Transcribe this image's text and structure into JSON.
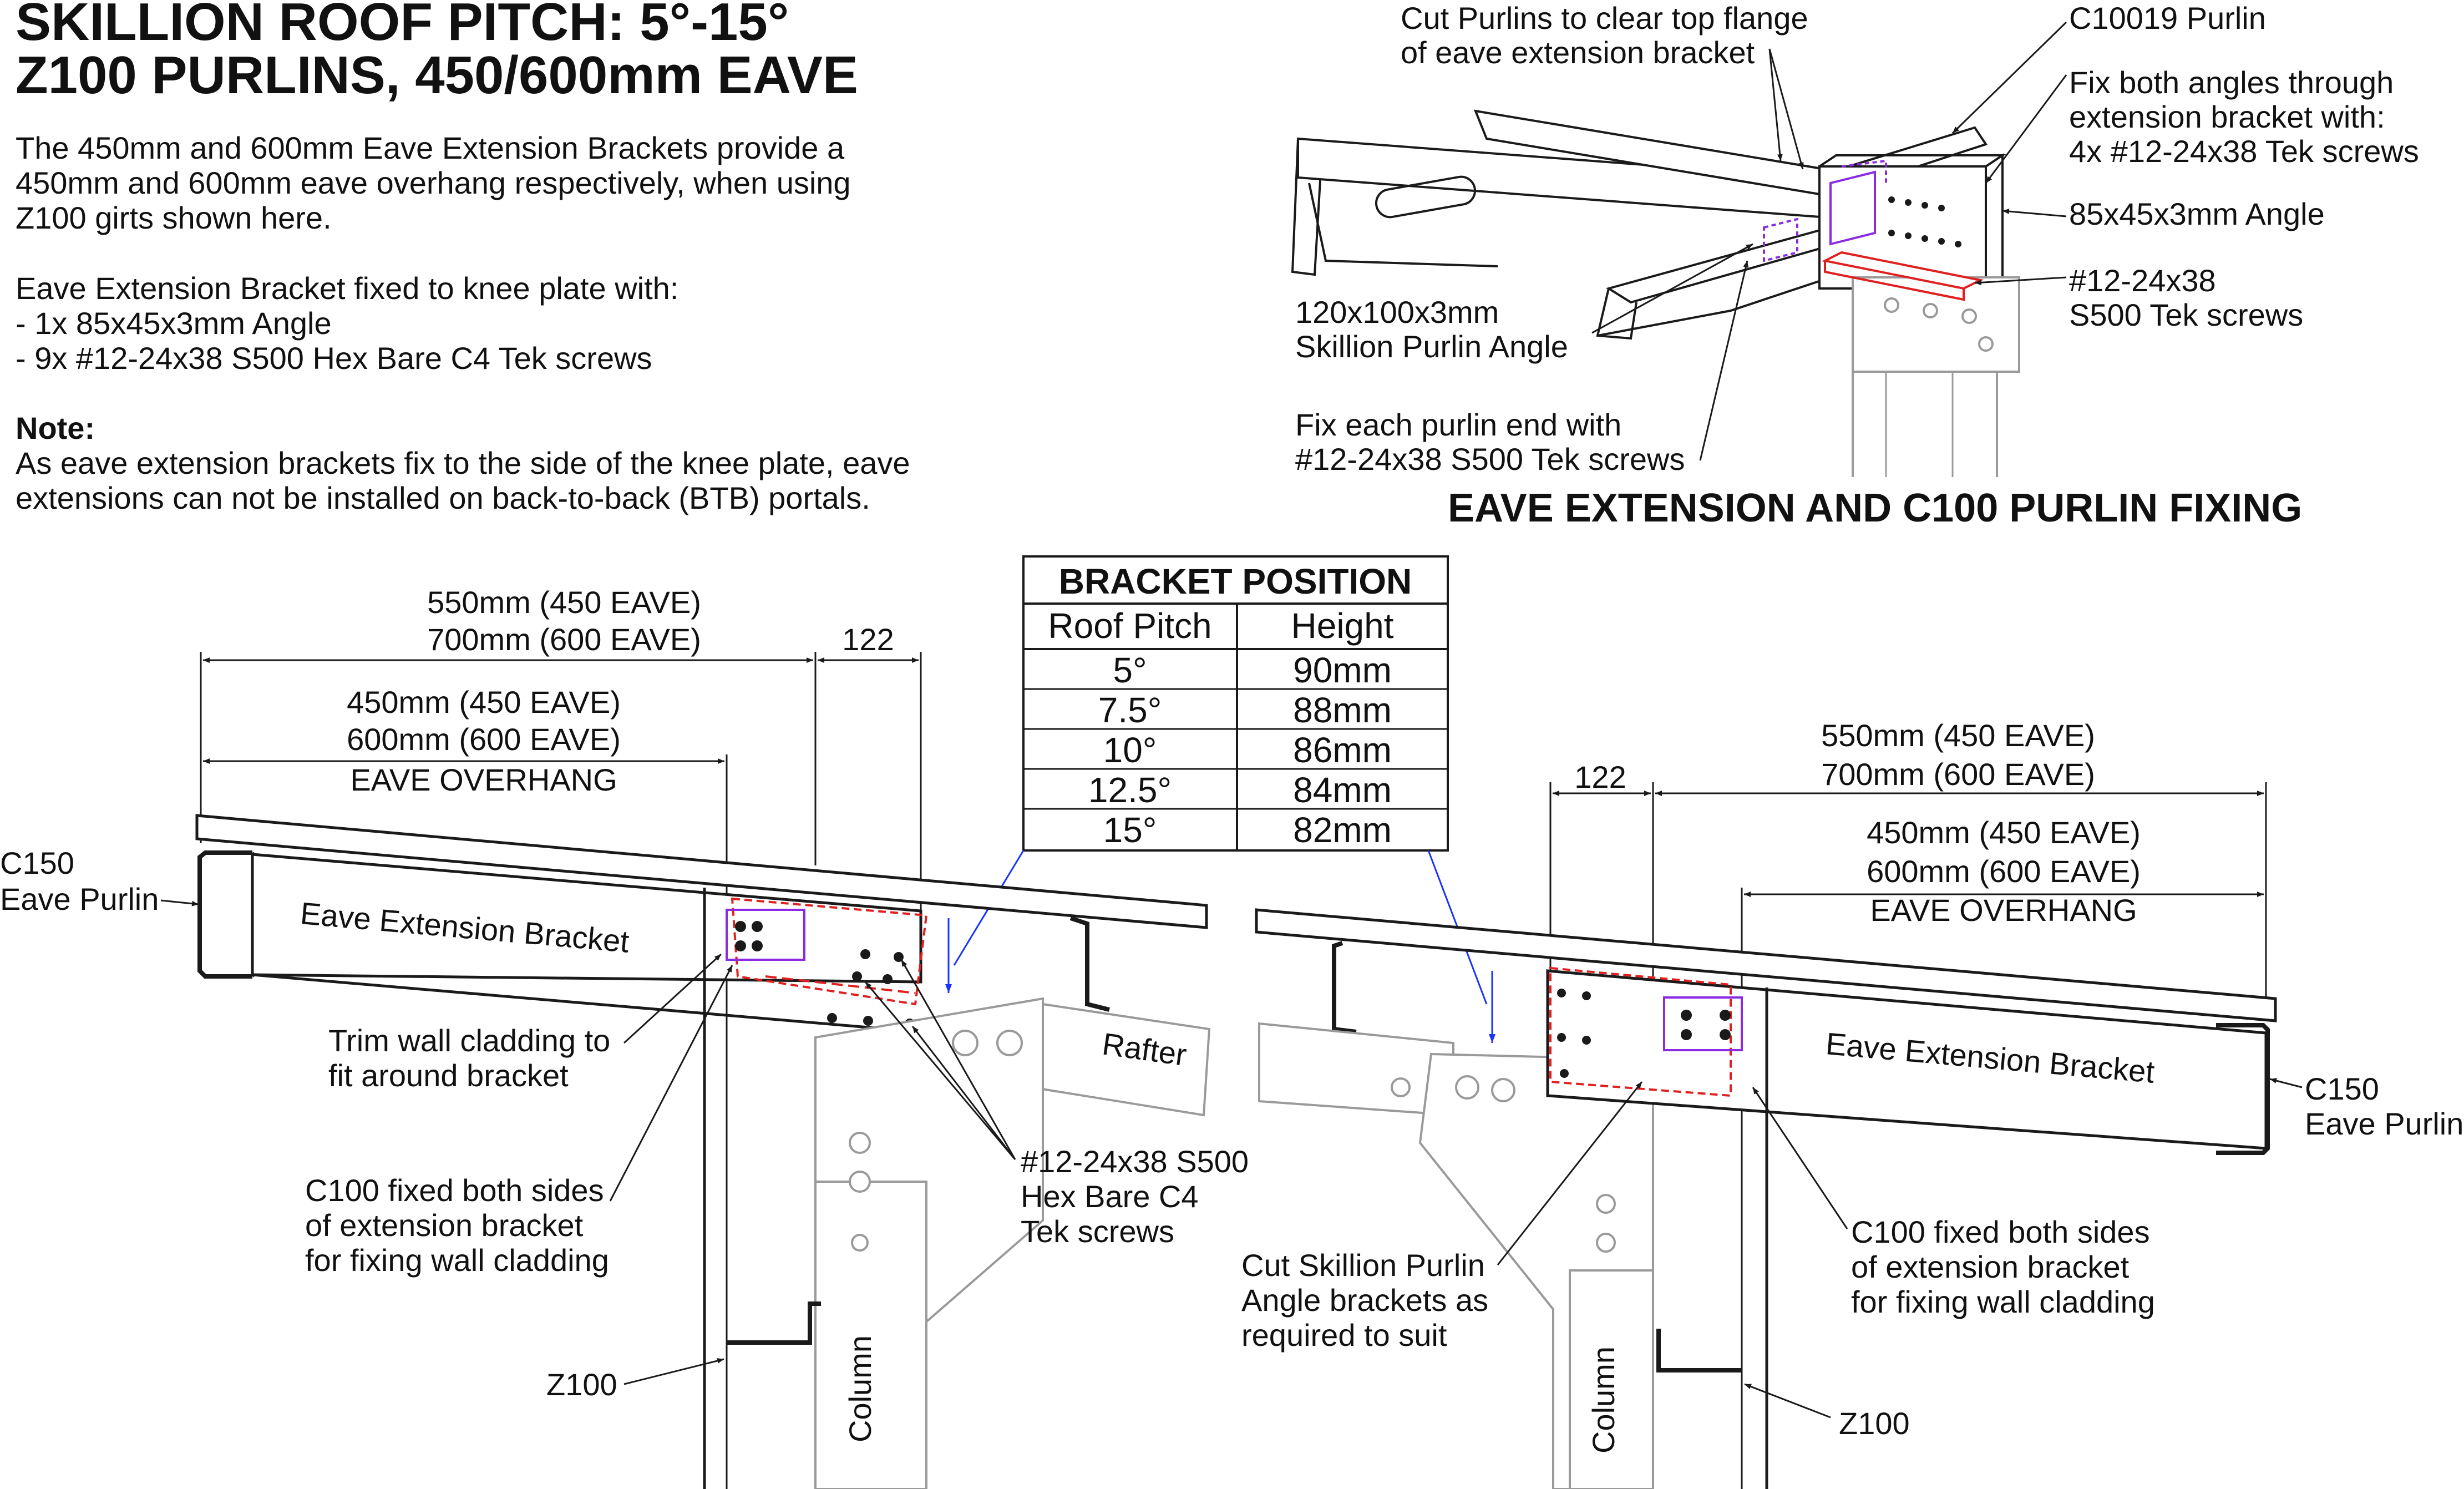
{
  "header": {
    "title_line1": "SKILLION ROOF PITCH: 5°-15°",
    "title_line2": "Z100 PURLINS, 450/600mm EAVE"
  },
  "intro": {
    "line1": "The 450mm and 600mm Eave Extension Brackets provide a",
    "line2": "450mm and 600mm eave overhang respectively, when using",
    "line3": "Z100 girts shown here."
  },
  "fixing": {
    "line1": "Eave Extension Bracket fixed to knee plate with:",
    "line2": "- 1x 85x45x3mm Angle",
    "line3": "- 9x #12-24x38 S500 Hex Bare C4 Tek screws"
  },
  "note": {
    "heading": "Note:",
    "line1": "As eave extension brackets fix to the side of the knee plate, eave",
    "line2": "extensions can not be installed on back-to-back (BTB) portals."
  },
  "detail": {
    "caption": "EAVE EXTENSION AND C100 PURLIN FIXING",
    "cut_purlins_1": "Cut Purlins to clear top flange",
    "cut_purlins_2": "of eave extension bracket",
    "c10019": "C10019 Purlin",
    "fix_angles_1": "Fix both angles through",
    "fix_angles_2": "extension bracket with:",
    "fix_angles_3": "4x #12-24x38 Tek screws",
    "angle_85": "85x45x3mm Angle",
    "tek_1": "#12-24x38",
    "tek_2": "S500 Tek screws",
    "skillion_1": "120x100x3mm",
    "skillion_2": "Skillion Purlin Angle",
    "fix_each_1": "Fix each purlin end with",
    "fix_each_2": "#12-24x38 S500 Tek screws"
  },
  "table": {
    "title": "BRACKET POSITION",
    "col1": "Roof Pitch",
    "col2": "Height",
    "rows": [
      {
        "pitch": "5°",
        "height": "90mm"
      },
      {
        "pitch": "7.5°",
        "height": "88mm"
      },
      {
        "pitch": "10°",
        "height": "86mm"
      },
      {
        "pitch": "12.5°",
        "height": "84mm"
      },
      {
        "pitch": "15°",
        "height": "82mm"
      }
    ]
  },
  "left_view": {
    "dim_outer_1": "550mm (450 EAVE)",
    "dim_outer_2": "700mm (600 EAVE)",
    "dim_122": "122",
    "dim_inner_1": "450mm (450 EAVE)",
    "dim_inner_2": "600mm (600 EAVE)",
    "dim_inner_3": "EAVE OVERHANG",
    "c150_1": "C150",
    "c150_2": "Eave Purlin",
    "bracket": "Eave Extension Bracket",
    "rafter": "Rafter",
    "trim_1": "Trim wall cladding to",
    "trim_2": "fit around bracket",
    "c100_1": "C100 fixed both sides",
    "c100_2": "of extension bracket",
    "c100_3": "for fixing wall cladding",
    "screws_1": "#12-24x38 S500",
    "screws_2": "Hex Bare C4",
    "screws_3": "Tek screws",
    "z100": "Z100",
    "column": "Column"
  },
  "right_view": {
    "dim_122": "122",
    "dim_outer_1": "550mm (450 EAVE)",
    "dim_outer_2": "700mm (600 EAVE)",
    "dim_inner_1": "450mm (450 EAVE)",
    "dim_inner_2": "600mm (600 EAVE)",
    "dim_inner_3": "EAVE OVERHANG",
    "bracket": "Eave Extension Bracket",
    "c150_1": "C150",
    "c150_2": "Eave Purlin",
    "cut_1": "Cut Skillion Purlin",
    "cut_2": "Angle brackets as",
    "cut_3": "required to suit",
    "c100_1": "C100 fixed both sides",
    "c100_2": "of extension bracket",
    "c100_3": "for fixing wall cladding",
    "z100": "Z100",
    "column": "Column"
  },
  "colors": {
    "line": "#1a1a1a",
    "light": "#9a9a9a",
    "red": "#e02020",
    "purple": "#8a2be2",
    "blue": "#1a33ff"
  }
}
